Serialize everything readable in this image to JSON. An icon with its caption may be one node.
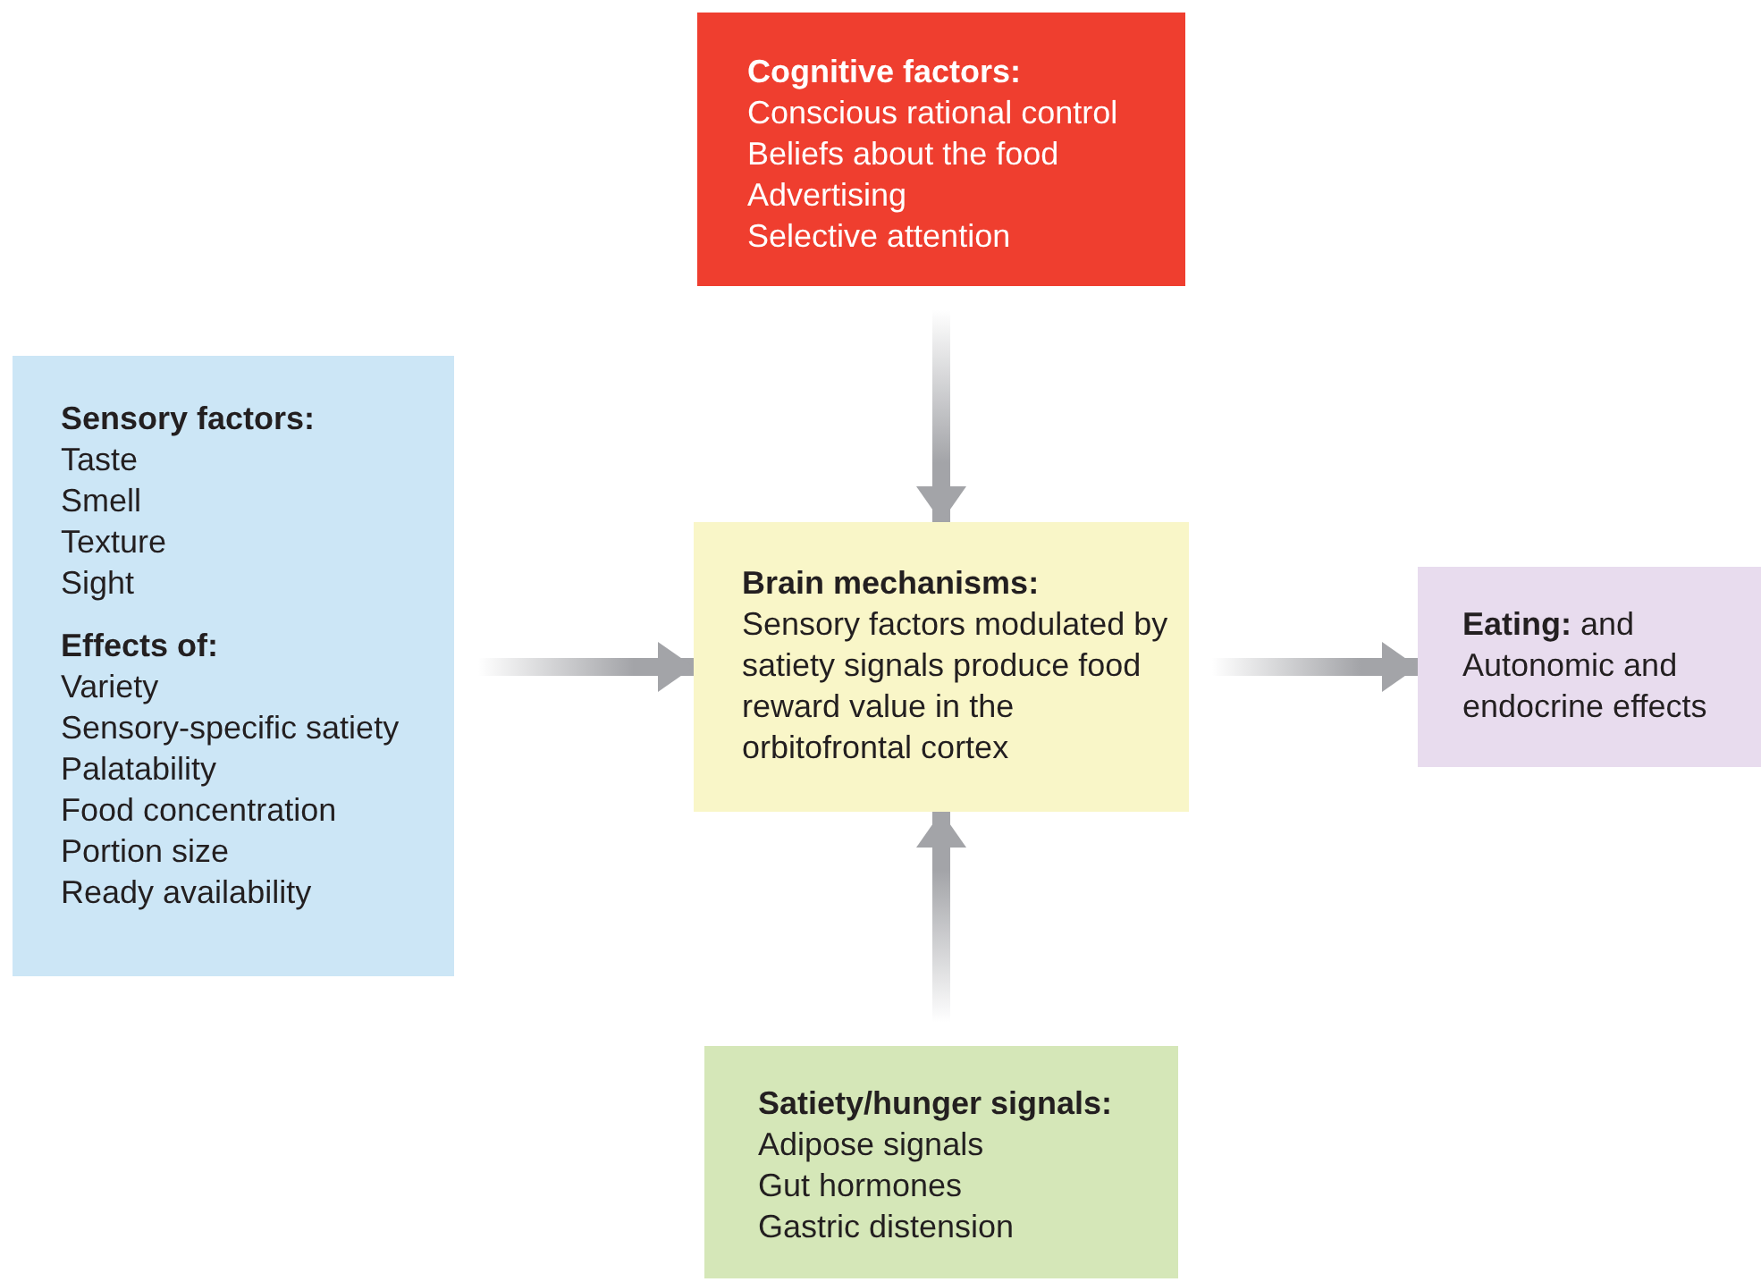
{
  "diagram": {
    "nodes": [
      {
        "text": [
          "Cognitive factors:",
          "Conscious rational control",
          "Beliefs about the food",
          "Advertising",
          "Selective attention"
        ]
      },
      {
        "text": [
          "Sensory factors:",
          "Taste",
          "Smell",
          "Texture",
          "Sight",
          "Effects of:",
          "Variety",
          "Sensory-specific satiety",
          "Palatability",
          "Food concentration",
          "Portion size",
          "Ready availability"
        ]
      },
      {
        "text": [
          "Brain mechanisms:",
          "Sensory factors modulated by satiety signals produce food reward value in the orbitofrontal cortex"
        ]
      },
      {
        "text": [
          "**Eating:** and",
          "Autonomic and endocrine effects"
        ]
      },
      {
        "text": [
          "Satiety/hunger signals:",
          "Adipose signals",
          "Gut hormones",
          "Gastric distension"
        ]
      }
    ],
    "edges": [
      {
        "from": 0,
        "to": 2,
        "arrow": "to"
      },
      {
        "from": 1,
        "to": 2,
        "arrow": "to"
      },
      {
        "from": 4,
        "to": 2,
        "arrow": "to"
      },
      {
        "from": 2,
        "to": 3,
        "arrow": "to"
      }
    ]
  }
}
